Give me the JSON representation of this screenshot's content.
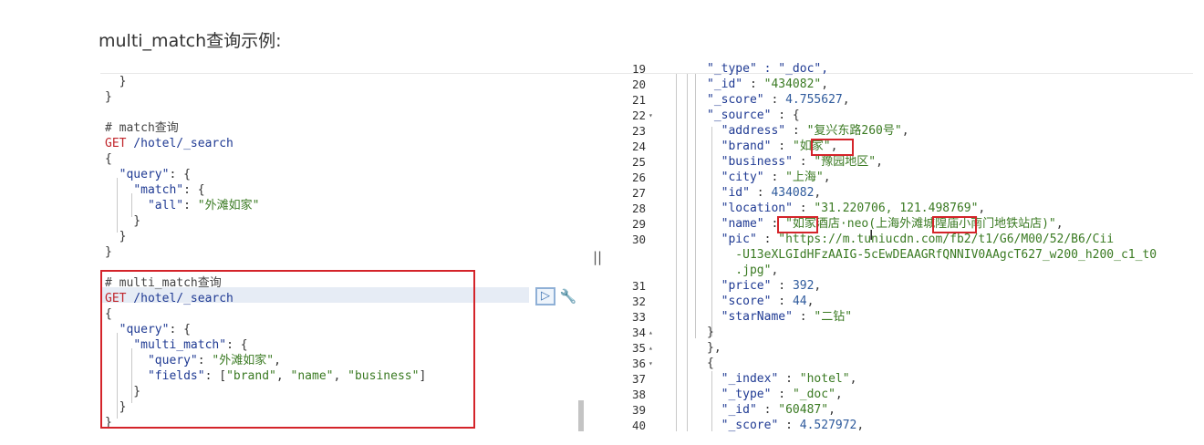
{
  "heading": "multi_match查询示例:",
  "left_editor": {
    "lines": [
      [
        {
          "t": "  }",
          "c": "p"
        }
      ],
      [
        {
          "t": "}",
          "c": "p"
        }
      ],
      [],
      [
        {
          "t": "# match查询",
          "c": "cmt"
        }
      ],
      [
        {
          "t": "GET",
          "c": "kw"
        },
        {
          "t": " /hotel/_search",
          "c": "pth"
        }
      ],
      [
        {
          "t": "{",
          "c": "p"
        }
      ],
      [
        {
          "t": "  ",
          "c": "p"
        },
        {
          "t": "\"query\"",
          "c": "key"
        },
        {
          "t": ": {",
          "c": "p"
        }
      ],
      [
        {
          "t": "    ",
          "c": "p"
        },
        {
          "t": "\"match\"",
          "c": "key"
        },
        {
          "t": ": {",
          "c": "p"
        }
      ],
      [
        {
          "t": "      ",
          "c": "p"
        },
        {
          "t": "\"all\"",
          "c": "key"
        },
        {
          "t": ": ",
          "c": "p"
        },
        {
          "t": "\"外滩如家\"",
          "c": "str"
        }
      ],
      [
        {
          "t": "    }",
          "c": "p"
        }
      ],
      [
        {
          "t": "  }",
          "c": "p"
        }
      ],
      [
        {
          "t": "}",
          "c": "p"
        }
      ],
      [],
      [
        {
          "t": "# multi_match查询",
          "c": "cmt"
        }
      ],
      [
        {
          "t": "GET",
          "c": "kw"
        },
        {
          "t": " /hotel/_search",
          "c": "pth"
        }
      ],
      [
        {
          "t": "{",
          "c": "p"
        }
      ],
      [
        {
          "t": "  ",
          "c": "p"
        },
        {
          "t": "\"query\"",
          "c": "key"
        },
        {
          "t": ": {",
          "c": "p"
        }
      ],
      [
        {
          "t": "    ",
          "c": "p"
        },
        {
          "t": "\"multi_match\"",
          "c": "key"
        },
        {
          "t": ": {",
          "c": "p"
        }
      ],
      [
        {
          "t": "      ",
          "c": "p"
        },
        {
          "t": "\"query\"",
          "c": "key"
        },
        {
          "t": ": ",
          "c": "p"
        },
        {
          "t": "\"外滩如家\"",
          "c": "str"
        },
        {
          "t": ",",
          "c": "p"
        }
      ],
      [
        {
          "t": "      ",
          "c": "p"
        },
        {
          "t": "\"fields\"",
          "c": "key"
        },
        {
          "t": ": [",
          "c": "p"
        },
        {
          "t": "\"brand\"",
          "c": "str"
        },
        {
          "t": ", ",
          "c": "p"
        },
        {
          "t": "\"name\"",
          "c": "str"
        },
        {
          "t": ", ",
          "c": "p"
        },
        {
          "t": "\"business\"",
          "c": "str"
        },
        {
          "t": "]",
          "c": "p"
        }
      ],
      [
        {
          "t": "    }",
          "c": "p"
        }
      ],
      [
        {
          "t": "  }",
          "c": "p"
        }
      ],
      [
        {
          "t": "}",
          "c": "p"
        }
      ]
    ]
  },
  "run_button_glyph": "▷",
  "wrench_glyph": "🔧",
  "divider_glyph": "||",
  "right_output": {
    "lines": [
      {
        "n": "19",
        "f": "",
        "segs": [
          {
            "t": "\"_type\" : \"_doc\",",
            "c": "key"
          }
        ]
      },
      {
        "n": "20",
        "f": "",
        "segs": [
          {
            "t": "\"_id\"",
            "c": "key"
          },
          {
            "t": " : ",
            "c": "p"
          },
          {
            "t": "\"434082\"",
            "c": "str"
          },
          {
            "t": ",",
            "c": "p"
          }
        ]
      },
      {
        "n": "21",
        "f": "",
        "segs": [
          {
            "t": "\"_score\"",
            "c": "key"
          },
          {
            "t": " : ",
            "c": "p"
          },
          {
            "t": "4.755627",
            "c": "num"
          },
          {
            "t": ",",
            "c": "p"
          }
        ]
      },
      {
        "n": "22",
        "f": "▾",
        "segs": [
          {
            "t": "\"_source\"",
            "c": "key"
          },
          {
            "t": " : {",
            "c": "p"
          }
        ]
      },
      {
        "n": "23",
        "f": "",
        "segs": [
          {
            "t": "  \"address\"",
            "c": "key"
          },
          {
            "t": " : ",
            "c": "p"
          },
          {
            "t": "\"复兴东路260号\"",
            "c": "str"
          },
          {
            "t": ",",
            "c": "p"
          }
        ]
      },
      {
        "n": "24",
        "f": "",
        "segs": [
          {
            "t": "  \"brand\"",
            "c": "key"
          },
          {
            "t": " : ",
            "c": "p"
          },
          {
            "t": "\"如家\"",
            "c": "str"
          },
          {
            "t": ",",
            "c": "p"
          }
        ]
      },
      {
        "n": "25",
        "f": "",
        "segs": [
          {
            "t": "  \"business\"",
            "c": "key"
          },
          {
            "t": " : ",
            "c": "p"
          },
          {
            "t": "\"豫园地区\"",
            "c": "str"
          },
          {
            "t": ",",
            "c": "p"
          }
        ]
      },
      {
        "n": "26",
        "f": "",
        "segs": [
          {
            "t": "  \"city\"",
            "c": "key"
          },
          {
            "t": " : ",
            "c": "p"
          },
          {
            "t": "\"上海\"",
            "c": "str"
          },
          {
            "t": ",",
            "c": "p"
          }
        ]
      },
      {
        "n": "27",
        "f": "",
        "segs": [
          {
            "t": "  \"id\"",
            "c": "key"
          },
          {
            "t": " : ",
            "c": "p"
          },
          {
            "t": "434082",
            "c": "num"
          },
          {
            "t": ",",
            "c": "p"
          }
        ]
      },
      {
        "n": "28",
        "f": "",
        "segs": [
          {
            "t": "  \"location\"",
            "c": "key"
          },
          {
            "t": " : ",
            "c": "p"
          },
          {
            "t": "\"31.220706, 121.498769\"",
            "c": "str"
          },
          {
            "t": ",",
            "c": "p"
          }
        ]
      },
      {
        "n": "29",
        "f": "",
        "segs": [
          {
            "t": "  \"name\"",
            "c": "key"
          },
          {
            "t": " : ",
            "c": "p"
          },
          {
            "t": "\"如家酒店·neo(上海外滩城隍庙小南门地铁站店)\"",
            "c": "str"
          },
          {
            "t": ",",
            "c": "p"
          }
        ]
      },
      {
        "n": "30",
        "f": "",
        "segs": [
          {
            "t": "  \"pic\"",
            "c": "key"
          },
          {
            "t": " : ",
            "c": "p"
          },
          {
            "t": "\"https://m.tuniucdn.com/fb2/t1/G6/M00/52/B6/Cii",
            "c": "str"
          }
        ]
      },
      {
        "n": "",
        "f": "",
        "segs": [
          {
            "t": "    -U13eXLGIdHFzAAIG-5cEwDEAAGRfQNNIV0AAgcT627_w200_h200_c1_t0",
            "c": "str"
          }
        ]
      },
      {
        "n": "",
        "f": "",
        "segs": [
          {
            "t": "    .jpg\"",
            "c": "str"
          },
          {
            "t": ",",
            "c": "p"
          }
        ]
      },
      {
        "n": "31",
        "f": "",
        "segs": [
          {
            "t": "  \"price\"",
            "c": "key"
          },
          {
            "t": " : ",
            "c": "p"
          },
          {
            "t": "392",
            "c": "num"
          },
          {
            "t": ",",
            "c": "p"
          }
        ]
      },
      {
        "n": "32",
        "f": "",
        "segs": [
          {
            "t": "  \"score\"",
            "c": "key"
          },
          {
            "t": " : ",
            "c": "p"
          },
          {
            "t": "44",
            "c": "num"
          },
          {
            "t": ",",
            "c": "p"
          }
        ]
      },
      {
        "n": "33",
        "f": "",
        "segs": [
          {
            "t": "  \"starName\"",
            "c": "key"
          },
          {
            "t": " : ",
            "c": "p"
          },
          {
            "t": "\"二钻\"",
            "c": "str"
          }
        ]
      },
      {
        "n": "34",
        "f": "▴",
        "segs": [
          {
            "t": "}",
            "c": "p"
          }
        ]
      },
      {
        "n": "35",
        "f": "▴",
        "segs": [
          {
            "t": "},",
            "c": "p"
          }
        ]
      },
      {
        "n": "36",
        "f": "▾",
        "segs": [
          {
            "t": "{",
            "c": "p"
          }
        ]
      },
      {
        "n": "37",
        "f": "",
        "segs": [
          {
            "t": "  \"_index\"",
            "c": "key"
          },
          {
            "t": " : ",
            "c": "p"
          },
          {
            "t": "\"hotel\"",
            "c": "str"
          },
          {
            "t": ",",
            "c": "p"
          }
        ]
      },
      {
        "n": "38",
        "f": "",
        "segs": [
          {
            "t": "  \"_type\"",
            "c": "key"
          },
          {
            "t": " : ",
            "c": "p"
          },
          {
            "t": "\"_doc\"",
            "c": "str"
          },
          {
            "t": ",",
            "c": "p"
          }
        ]
      },
      {
        "n": "39",
        "f": "",
        "segs": [
          {
            "t": "  \"_id\"",
            "c": "key"
          },
          {
            "t": " : ",
            "c": "p"
          },
          {
            "t": "\"60487\"",
            "c": "str"
          },
          {
            "t": ",",
            "c": "p"
          }
        ]
      },
      {
        "n": "40",
        "f": "",
        "segs": [
          {
            "t": "  \"_score\"",
            "c": "key"
          },
          {
            "t": " : ",
            "c": "p"
          },
          {
            "t": "4.527972",
            "c": "num"
          },
          {
            "t": ",",
            "c": "p"
          }
        ]
      }
    ]
  }
}
